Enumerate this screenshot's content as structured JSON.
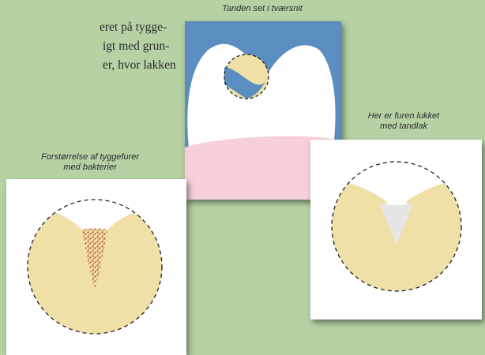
{
  "body_text": {
    "lines": [
      "eret på tygge-",
      "igt med grun-",
      "er, hvor lakken"
    ]
  },
  "captions": {
    "cross_section": "Tanden set i tværsnit",
    "magnified_fissure_line1": "Forstørrelse af tyggefurer",
    "magnified_fissure_line2": "med bakterier",
    "sealed_fissure_line1": "Her er furen lukket",
    "sealed_fissure_line2": "med tandlak"
  },
  "colors": {
    "page_background": "#b6d1a4",
    "panel_sky": "#5a8ec0",
    "gum": "#f6cfd8",
    "enamel": "#efe0a8",
    "bacteria": "#c4674a",
    "sealant": "#e6e6e6"
  }
}
